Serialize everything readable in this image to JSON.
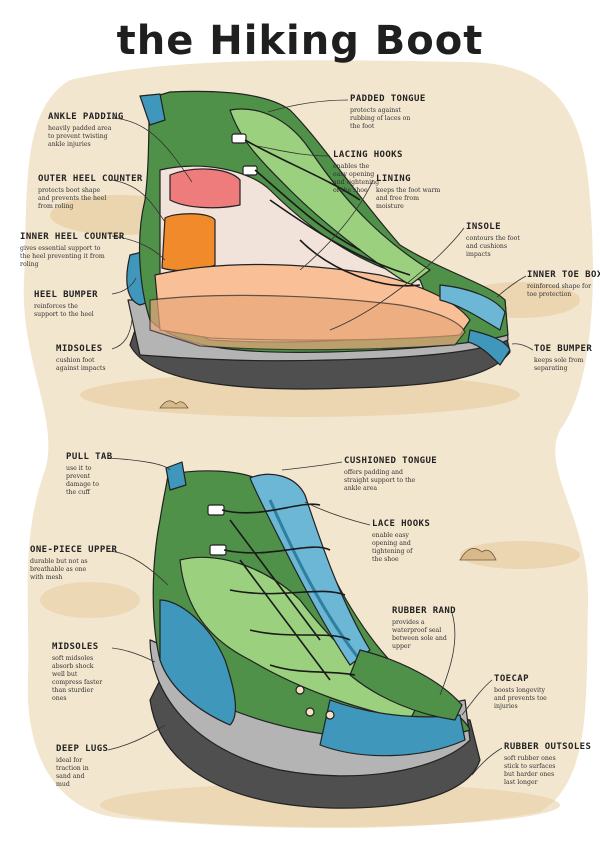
{
  "title": "the Hiking Boot",
  "colors": {
    "paper": "#f3e6cf",
    "sand": "#e6c99a",
    "green_dark": "#4f9148",
    "green_mid": "#6fb35a",
    "green_light": "#9bd07e",
    "blue": "#3f97bb",
    "blue_light": "#6cb6d6",
    "sole_grey": "#b4b4b4",
    "tread": "#4f4f4f",
    "padding_pink": "#ee7c7c",
    "counter_orange": "#f18a2b",
    "insole_peach": "#f9c098",
    "lining": "#f1e3da",
    "outline": "#222222"
  },
  "top_labels": [
    {
      "heading": "ANKLE PADDING",
      "desc": "heavily padded area to prevent twisting ankle injuries"
    },
    {
      "heading": "OUTER HEEL COUNTER",
      "desc": "protects boot shape and prevents the heel from roling"
    },
    {
      "heading": "INNER HEEL COUNTER",
      "desc": "gives essential support to the heel preventing it from roling"
    },
    {
      "heading": "HEEL BUMPER",
      "desc": "reinforces the support to the heel"
    },
    {
      "heading": "MIDSOLES",
      "desc": "cushion foot against impacts"
    },
    {
      "heading": "PADDED TONGUE",
      "desc": "protects against rubbing of laces on the foot"
    },
    {
      "heading": "LACING HOOKS",
      "desc": "enables the easy opening and tightening of the shoe"
    },
    {
      "heading": "LINING",
      "desc": "keeps the foot warm and free from moisture"
    },
    {
      "heading": "INSOLE",
      "desc": "contours the foot and cushions impacts"
    },
    {
      "heading": "INNER TOE BOX",
      "desc": "reinforced shape for toe protection"
    },
    {
      "heading": "TOE BUMPER",
      "desc": "keeps sole from separating"
    }
  ],
  "bottom_labels": [
    {
      "heading": "PULL TAB",
      "desc": "use it to prevent damage to the cuff"
    },
    {
      "heading": "ONE-PIECE UPPER",
      "desc": "durable but not as breathable as one with mesh"
    },
    {
      "heading": "MIDSOLES",
      "desc": "soft midsoles absorb shock well but compress faster than sturdier ones"
    },
    {
      "heading": "DEEP LUGS",
      "desc": "ideal for traction in sand and mud"
    },
    {
      "heading": "CUSHIONED TONGUE",
      "desc": "offers padding and straight support to the ankle area"
    },
    {
      "heading": "LACE HOOKS",
      "desc": "enable easy opening and tightening of the shoe"
    },
    {
      "heading": "RUBBER RAND",
      "desc": "provides a waterproof seal between sole and upper"
    },
    {
      "heading": "TOECAP",
      "desc": "boosts longevity and prevents toe injuries"
    },
    {
      "heading": "RUBBER OUTSOLES",
      "desc": "soft rubber ones stick to surfaces but harder ones last longer"
    }
  ]
}
